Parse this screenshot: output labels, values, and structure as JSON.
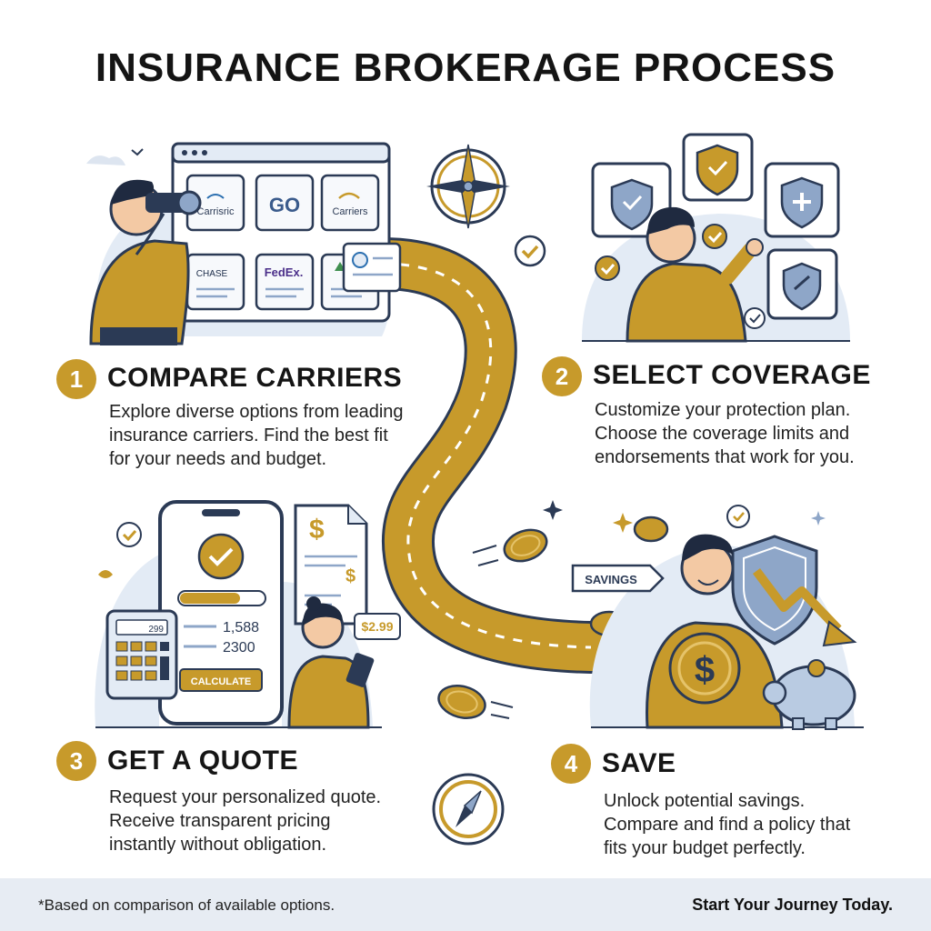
{
  "title": "INSURANCE BROKERAGE PROCESS",
  "steps": [
    {
      "number": "1",
      "title": "COMPARE CARRIERS",
      "lines": [
        "Explore diverse options from leading",
        "insurance carriers. Find the best fit",
        "for your needs and budget."
      ]
    },
    {
      "number": "2",
      "title": "SELECT COVERAGE",
      "lines": [
        "Customize your protection plan.",
        "Choose the coverage limits and",
        "endorsements that work for you."
      ]
    },
    {
      "number": "3",
      "title": "GET A QUOTE",
      "lines": [
        "Request your personalized quote.",
        "Receive transparent pricing",
        "instantly without obligation."
      ]
    },
    {
      "number": "4",
      "title": "SAVE",
      "lines": [
        "Unlock potential savings.",
        "Compare and find a policy that",
        "fits your budget perfectly."
      ]
    }
  ],
  "illustration": {
    "carrier_logos": [
      "Carrisric",
      "GO",
      "Carriers",
      "CHASE",
      "FedEx."
    ],
    "calculator_display": "299",
    "phone_values": [
      "1,588",
      "2300"
    ],
    "calculate_button": "CALCULATE",
    "price_bubble": "$2.99",
    "savings_tag": "SAVINGS",
    "dollar_sign": "$"
  },
  "footer": {
    "footnote": "*Based on comparison of available options.",
    "cta": "Start Your Journey Today."
  },
  "colors": {
    "gold": "#c79a2b",
    "navy": "#2b3a55",
    "light_blue": "#e3ebf5",
    "shield_blue": "#8ea6c8"
  }
}
